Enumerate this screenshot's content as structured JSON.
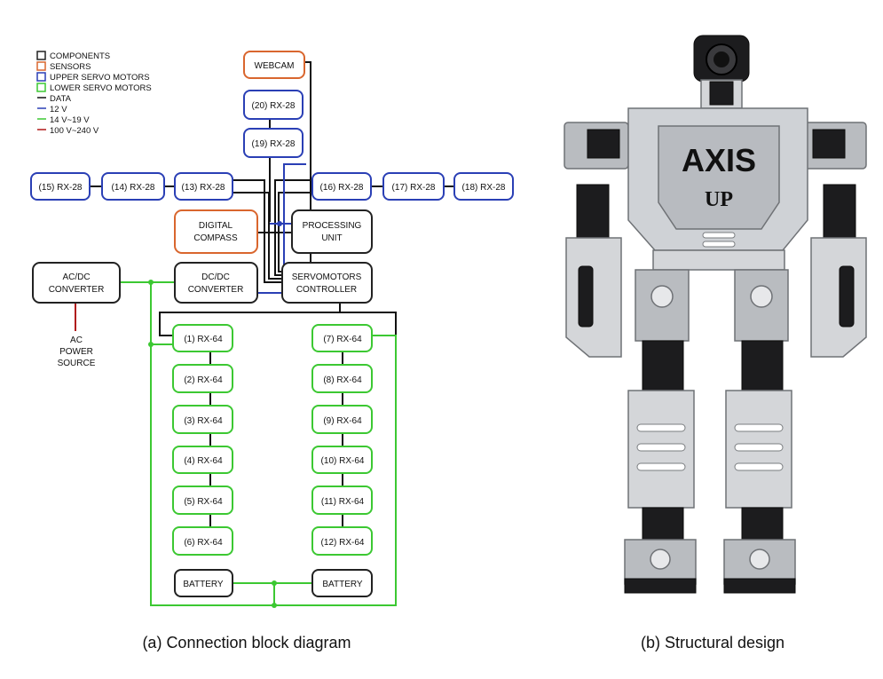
{
  "legend": [
    {
      "kind": "box",
      "color": "#222222",
      "label": "COMPONENTS"
    },
    {
      "kind": "box",
      "color": "#d9662e",
      "label": "SENSORS"
    },
    {
      "kind": "box",
      "color": "#2a3fb5",
      "label": "UPPER SERVO MOTORS"
    },
    {
      "kind": "box",
      "color": "#3cc832",
      "label": "LOWER SERVO MOTORS"
    },
    {
      "kind": "line",
      "color": "#111111",
      "label": "DATA"
    },
    {
      "kind": "line",
      "color": "#2a3fb5",
      "label": "12 V"
    },
    {
      "kind": "line",
      "color": "#3cc832",
      "label": "14 V~19 V"
    },
    {
      "kind": "line",
      "color": "#b01818",
      "label": "100 V~240 V"
    }
  ],
  "blocks": {
    "webcam": "WEBCAM",
    "s20": "(20) RX-28",
    "s19": "(19) RX-28",
    "s15": "(15) RX-28",
    "s14": "(14) RX-28",
    "s13": "(13) RX-28",
    "s16": "(16) RX-28",
    "s17": "(17) RX-28",
    "s18": "(18) RX-28",
    "compass_line1": "DIGITAL",
    "compass_line2": "COMPASS",
    "processing_line1": "PROCESSING",
    "processing_line2": "UNIT",
    "acdc_line1": "AC/DC",
    "acdc_line2": "CONVERTER",
    "dcdc_line1": "DC/DC",
    "dcdc_line2": "CONVERTER",
    "servoctl_line1": "SERVOMOTORS",
    "servoctl_line2": "CONTROLLER",
    "ac_line1": "AC",
    "ac_line2": "POWER",
    "ac_line3": "SOURCE",
    "left_chain": [
      "(1) RX-64",
      "(2) RX-64",
      "(3) RX-64",
      "(4) RX-64",
      "(5) RX-64",
      "(6) RX-64"
    ],
    "right_chain": [
      "(7) RX-64",
      "(8) RX-64",
      "(9) RX-64",
      "(10) RX-64",
      "(11) RX-64",
      "(12) RX-64"
    ],
    "battery_left": "BATTERY",
    "battery_right": "BATTERY"
  },
  "robot": {
    "brand": "AXIS",
    "model": "UP"
  },
  "captions": {
    "a": "(a) Connection block diagram",
    "b": "(b) Structural design"
  }
}
